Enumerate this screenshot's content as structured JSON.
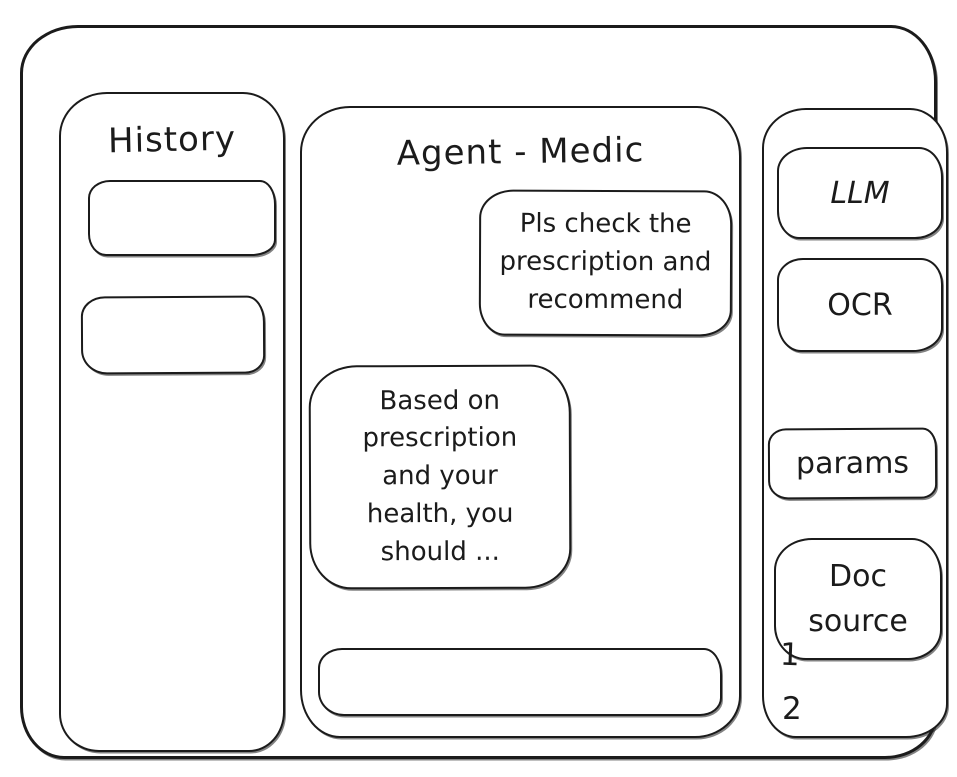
{
  "app": {
    "background": "#ffffff",
    "ink": "#1b1b1b",
    "style": "hand-drawn wireframe"
  },
  "history_panel": {
    "title": "History",
    "items": [
      {
        "label": ""
      },
      {
        "label": ""
      }
    ]
  },
  "chat_panel": {
    "title": "Agent - Medic",
    "messages": [
      {
        "role": "user",
        "text": "Pls check the prescription and recommend"
      },
      {
        "role": "assistant",
        "text": "Based on prescription and your health, you should ..."
      }
    ],
    "input": {
      "value": "",
      "placeholder": ""
    }
  },
  "tools_panel": {
    "llm_label": "LLM",
    "ocr_label": "OCR",
    "params_label": "params",
    "doc_source_label": "Doc source",
    "doc_source_items": [
      "1",
      "2"
    ]
  }
}
